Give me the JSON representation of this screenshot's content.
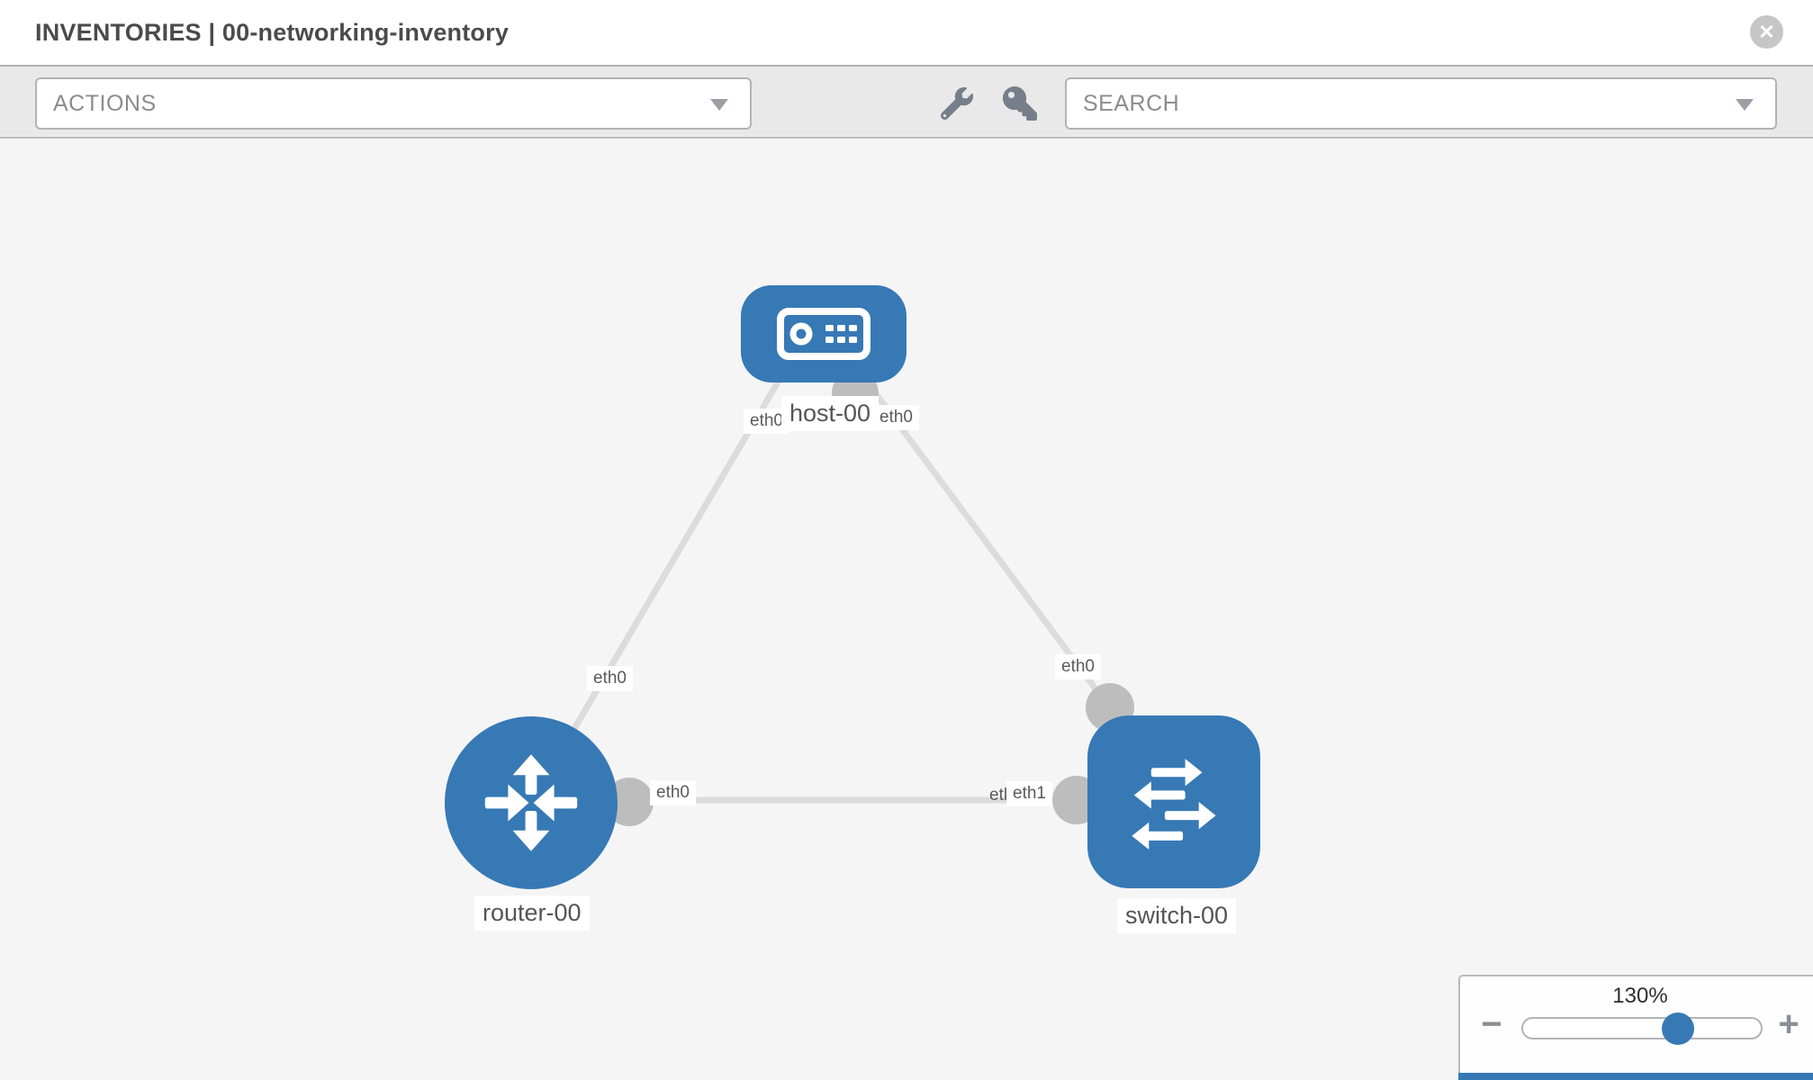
{
  "header": {
    "title": "INVENTORIES | 00-networking-inventory"
  },
  "toolbar": {
    "actions_label": "ACTIONS",
    "search_placeholder": "SEARCH"
  },
  "icons": {
    "close": "✕",
    "minus": "−",
    "plus": "+"
  },
  "topology": {
    "nodes": [
      {
        "id": "host-00",
        "type": "host",
        "label": "host-00"
      },
      {
        "id": "router-00",
        "type": "router",
        "label": "router-00"
      },
      {
        "id": "switch-00",
        "type": "switch",
        "label": "switch-00"
      }
    ],
    "links": [
      {
        "from": "host-00",
        "from_interface": "eth0",
        "to": "router-00",
        "to_interface": "eth0"
      },
      {
        "from": "host-00",
        "from_interface": "eth0",
        "to": "switch-00",
        "to_interface": "eth0"
      },
      {
        "from": "router-00",
        "from_interface": "eth0",
        "to": "switch-00",
        "to_interface": "eth1"
      }
    ],
    "labels": {
      "host_left": "eth0",
      "host_right": "eth0",
      "router_top": "eth0",
      "link_mid_left": "eth0",
      "link_mid_right_overlap": "etl",
      "link_mid_right": "eth1",
      "switch_top": "eth0"
    }
  },
  "zoom_control": {
    "level": "130%"
  },
  "colors": {
    "node_blue": "#3779b5",
    "link_gray": "#dcdcdd",
    "interface_gray": "#bdbdbd",
    "toolbar_bg": "#e9e9e9",
    "canvas_bg": "#f5f5f6"
  }
}
